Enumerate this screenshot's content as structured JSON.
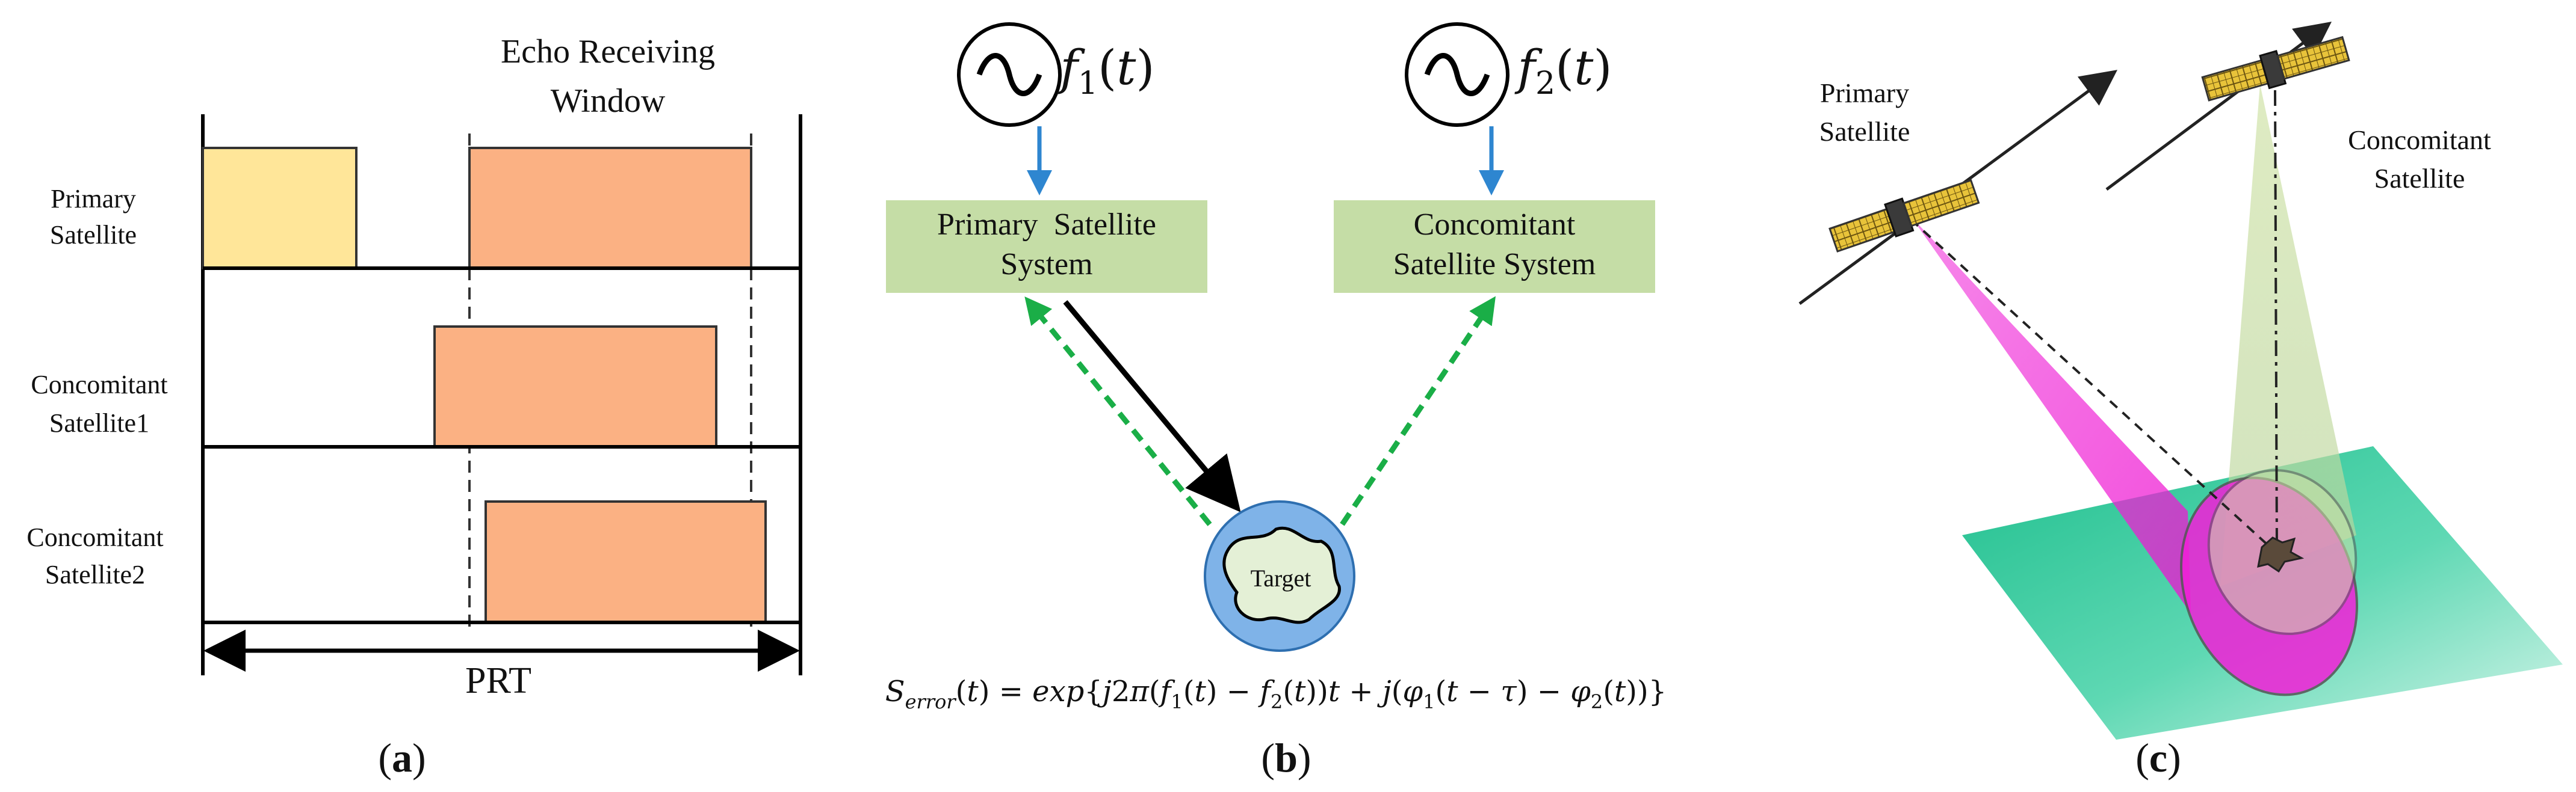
{
  "panel_a": {
    "window_title_line1": "Echo Receiving",
    "window_title_line2": "Window",
    "row1_line1": "Primary",
    "row1_line2": "Satellite",
    "row2_line1": "Concomitant",
    "row2_line2": "Satellite1",
    "row3_line1": "Concomitant",
    "row3_line2": "Satellite2",
    "prt_label": "PRT",
    "caption_letter": "a",
    "colors": {
      "transmit": "#FFE699",
      "echo": "#FBB183",
      "outline": "#222222"
    }
  },
  "panel_b": {
    "osc1_label": "f1(t)",
    "osc2_label": "f2(t)",
    "box1_line1": "Primary  Satellite",
    "box1_line2": "System",
    "box2_line1": "Concomitant",
    "box2_line2": "Satellite System",
    "target_label": "Target",
    "formula": "S_error(t) = exp{j2π(f1(t) − f2(t))t + j(φ1(t − τ) − φ2(t))}",
    "caption_letter": "b",
    "colors": {
      "box_fill": "#C5DDA6",
      "arrow_blue": "#2E86D0",
      "arrow_green": "#1AAE47",
      "target_fill": "#7FB3E8"
    }
  },
  "panel_c": {
    "primary_line1": "Primary",
    "primary_line2": "Satellite",
    "concomitant_line1": "Concomitant",
    "concomitant_line2": "Satellite",
    "caption_letter": "c",
    "colors": {
      "ground": "#2FC79A",
      "beam_primary": "#F21FD8",
      "beam_concomitant": "#C9DDA0",
      "panel": "#E8C33A"
    }
  }
}
